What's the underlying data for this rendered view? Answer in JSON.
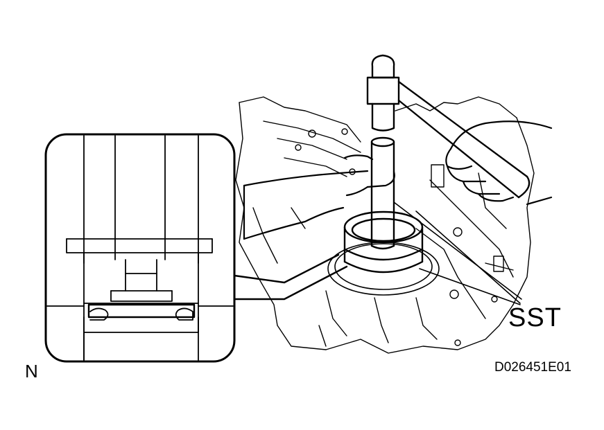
{
  "labels": {
    "tool": "SST",
    "view_letter": "N",
    "figure_code": "D026451E01"
  },
  "colors": {
    "line": "#000000",
    "background": "#ffffff"
  }
}
